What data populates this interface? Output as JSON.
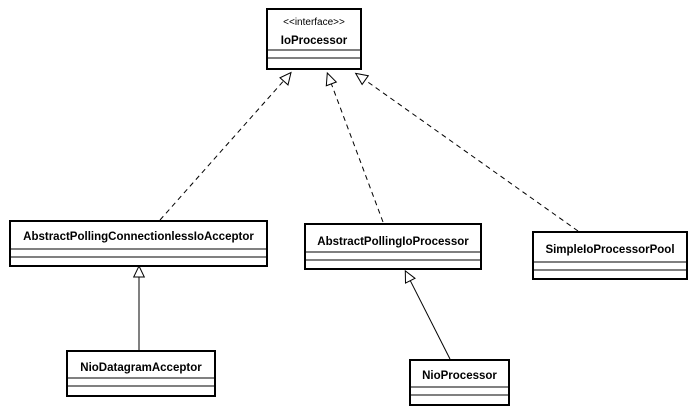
{
  "diagram": {
    "classes": [
      {
        "id": "ioprocessor",
        "stereotype": "<<interface>>",
        "name": "IoProcessor"
      },
      {
        "id": "apcia",
        "stereotype": "",
        "name": "AbstractPollingConnectionlessIoAcceptor"
      },
      {
        "id": "apip",
        "stereotype": "",
        "name": "AbstractPollingIoProcessor"
      },
      {
        "id": "sipp",
        "stereotype": "",
        "name": "SimpleIoProcessorPool"
      },
      {
        "id": "nda",
        "stereotype": "",
        "name": "NioDatagramAcceptor"
      },
      {
        "id": "np",
        "stereotype": "",
        "name": "NioProcessor"
      }
    ],
    "relations": [
      {
        "from": "apcia",
        "to": "ioprocessor",
        "kind": "realization"
      },
      {
        "from": "apip",
        "to": "ioprocessor",
        "kind": "realization"
      },
      {
        "from": "sipp",
        "to": "ioprocessor",
        "kind": "realization"
      },
      {
        "from": "nda",
        "to": "apcia",
        "kind": "generalization"
      },
      {
        "from": "np",
        "to": "apip",
        "kind": "generalization"
      }
    ]
  }
}
